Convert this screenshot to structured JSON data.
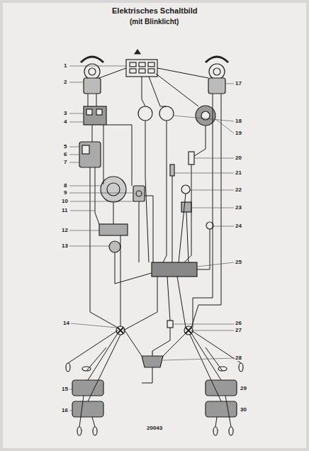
{
  "diagram": {
    "title": "Elektrisches Schaltbild",
    "labels": [
      "(mit Blinklicht)",
      "1",
      "2",
      "3",
      "4",
      "5",
      "6",
      "7",
      "8",
      "9",
      "10",
      "11",
      "12",
      "13",
      "14",
      "15",
      "16",
      "17",
      "18",
      "19",
      "20",
      "21",
      "22",
      "23",
      "24",
      "25",
      "26",
      "27",
      "28",
      "29",
      "30",
      "20043"
    ]
  }
}
